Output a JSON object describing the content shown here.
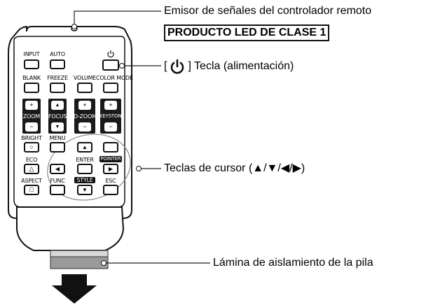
{
  "remote": {
    "buttons": {
      "input": "INPUT",
      "auto": "AUTO",
      "blank": "BLANK",
      "freeze": "FREEZE",
      "volume": "VOLUME",
      "color_mode": "COLOR MODE",
      "zoom": "ZOOM",
      "focus": "FOCUS",
      "d_zoom": "D-ZOOM",
      "keystone": "KEYSTONE",
      "bright": "BRIGHT",
      "menu": "MENU",
      "eco": "ECO",
      "enter": "ENTER",
      "pointer": "POINTER",
      "aspect": "ASPECT",
      "func": "FUNC",
      "style": "STYLE",
      "esc": "ESC"
    },
    "glyphs": {
      "plus": "+",
      "minus": "−",
      "up": "▲",
      "down": "▼",
      "left": "◀",
      "right": "▶",
      "circle": "○",
      "triangle": "△",
      "square": "□"
    }
  },
  "annotations": {
    "emitter": "Emisor de señales del controlador remoto",
    "led_class": "PRODUCTO LED DE CLASE 1",
    "power_key_prefix": "[",
    "power_key_suffix": "] Tecla (alimentación)",
    "cursor_keys": "Teclas de cursor (▲/▼/◀/▶)",
    "battery_sheet": "Lámina de aislamiento de la pila"
  },
  "colors": {
    "outline": "#111111",
    "button_group_bg": "#1a1a1a",
    "remote_body": "#ffffff",
    "battery_tab": "#9a9a9a",
    "arrow": "#111111"
  },
  "icons": {
    "power": "power-icon",
    "pull_arrow": "down-arrow-icon"
  }
}
